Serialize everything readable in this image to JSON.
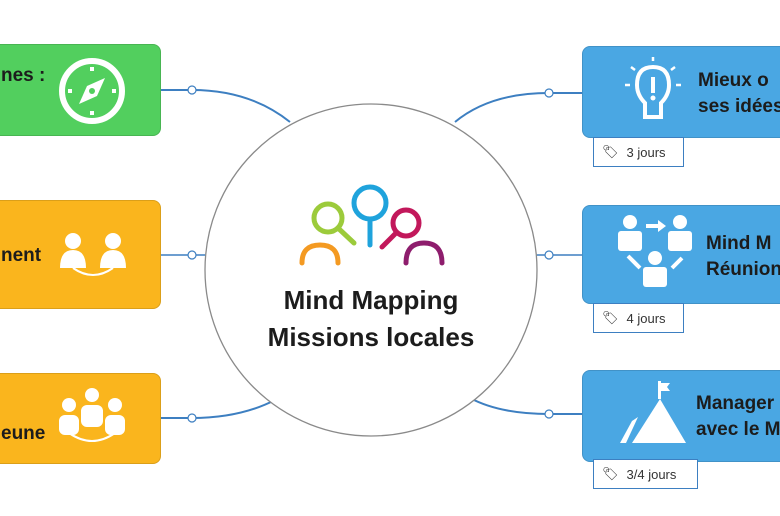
{
  "center": {
    "line1": "Mind Mapping",
    "line2": "Missions locales"
  },
  "left_nodes": [
    {
      "label": "nes :",
      "icon": "compass-icon",
      "color": "#52cf5e"
    },
    {
      "label": "nent",
      "icon": "two-people-icon",
      "color": "#fab51d"
    },
    {
      "label": "eune",
      "icon": "group-icon",
      "color": "#fab51d"
    }
  ],
  "right_nodes": [
    {
      "line1": "Mieux o",
      "line2": "ses idées",
      "tag": "3 jours",
      "icon": "lightbulb-icon"
    },
    {
      "line1": "Mind M",
      "line2": "Réunion",
      "tag": "4 jours",
      "icon": "meeting-exchange-icon"
    },
    {
      "line1": "Manager",
      "line2": "avec le M",
      "tag": "3/4 jours",
      "icon": "mountain-flag-icon"
    }
  ],
  "colors": {
    "connector": "#3d7fc1",
    "blue": "#4aa7e3"
  }
}
